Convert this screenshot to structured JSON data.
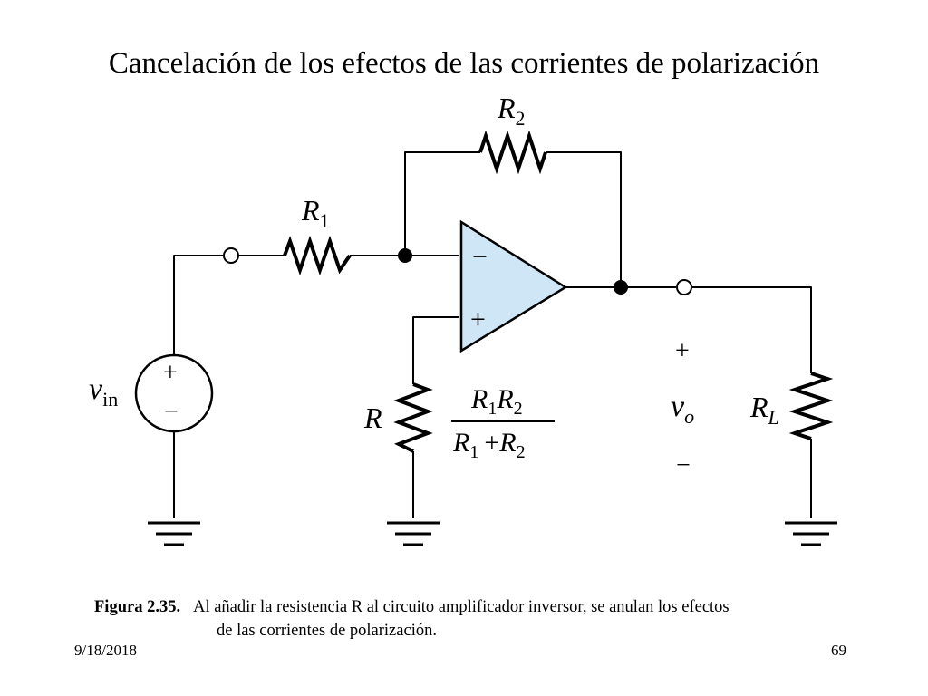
{
  "slide": {
    "title": "Cancelación de los efectos de las corrientes de polarización",
    "date": "9/18/2018",
    "page_number": "69"
  },
  "circuit": {
    "r1": {
      "main": "R",
      "sub": "1"
    },
    "r2": {
      "main": "R",
      "sub": "2"
    },
    "r": "R",
    "rl": {
      "main": "R",
      "sub": "L"
    },
    "vin": {
      "main": "v",
      "sub": "in"
    },
    "vo": {
      "main": "v",
      "sub": "o"
    },
    "source_plus": "+",
    "source_minus": "−",
    "opamp_minus": "−",
    "opamp_plus": "+",
    "vo_plus": "+",
    "vo_minus": "−",
    "formula": {
      "num_r": "R",
      "num_1": "1",
      "num_r2": "R",
      "num_2": "2",
      "den_r": "R",
      "den_1": "1",
      "den_plus": "+",
      "den_r2": "R",
      "den_2": "2"
    },
    "colors": {
      "opamp_fill": "#cfe6f7",
      "wire": "#000000"
    }
  },
  "caption": {
    "figure_label": "Figura 2.35.",
    "line1": "Al añadir la resistencia R  al circuito amplificador inversor, se anulan los efectos",
    "line2": "de las corrientes de polarización."
  }
}
